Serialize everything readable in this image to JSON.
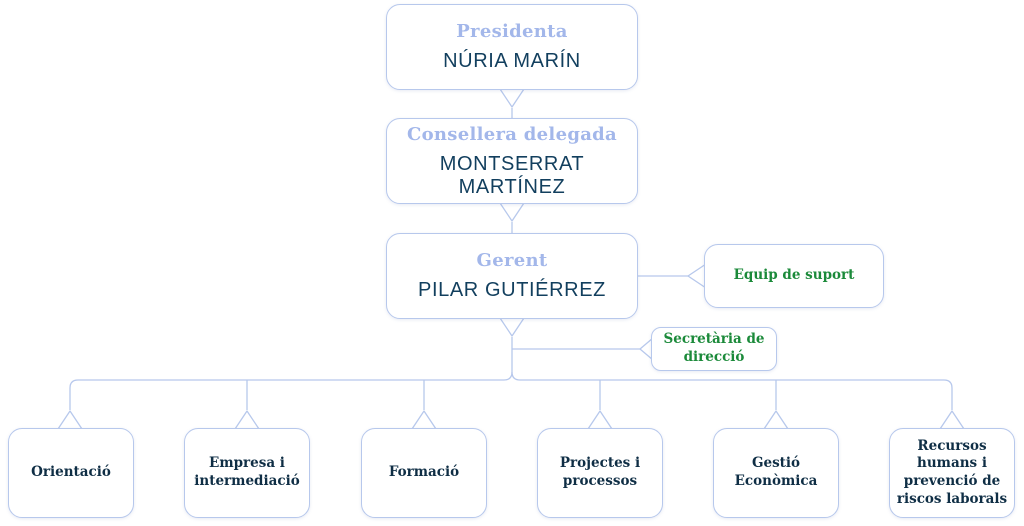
{
  "chart": {
    "president": {
      "role": "Presidenta",
      "name": "NÚRIA MARÍN"
    },
    "ceo": {
      "role": "Consellera delegada",
      "name": "MONTSERRAT MARTÍNEZ"
    },
    "manager": {
      "role": "Gerent",
      "name": "PILAR GUTIÉRREZ"
    },
    "support": {
      "label": "Equip de suport"
    },
    "secretary": {
      "line1": "Secretària de",
      "line2": "direcció"
    },
    "departments": [
      {
        "line1": "Orientació"
      },
      {
        "line1": "Empresa i",
        "line2": "intermediació"
      },
      {
        "line1": "Formació"
      },
      {
        "line1": "Projectes i",
        "line2": "processos"
      },
      {
        "line1": "Gestió",
        "line2": "Econòmica"
      },
      {
        "line1": "Recursos",
        "line2": "humans i",
        "line3": "prevenció de",
        "line4": "riscos laborals"
      }
    ]
  },
  "colors": {
    "line": "#b7c8ec",
    "role": "#a3b7ea",
    "name": "#123f5e",
    "green": "#1b8a3a",
    "dept": "#0f2e45"
  }
}
